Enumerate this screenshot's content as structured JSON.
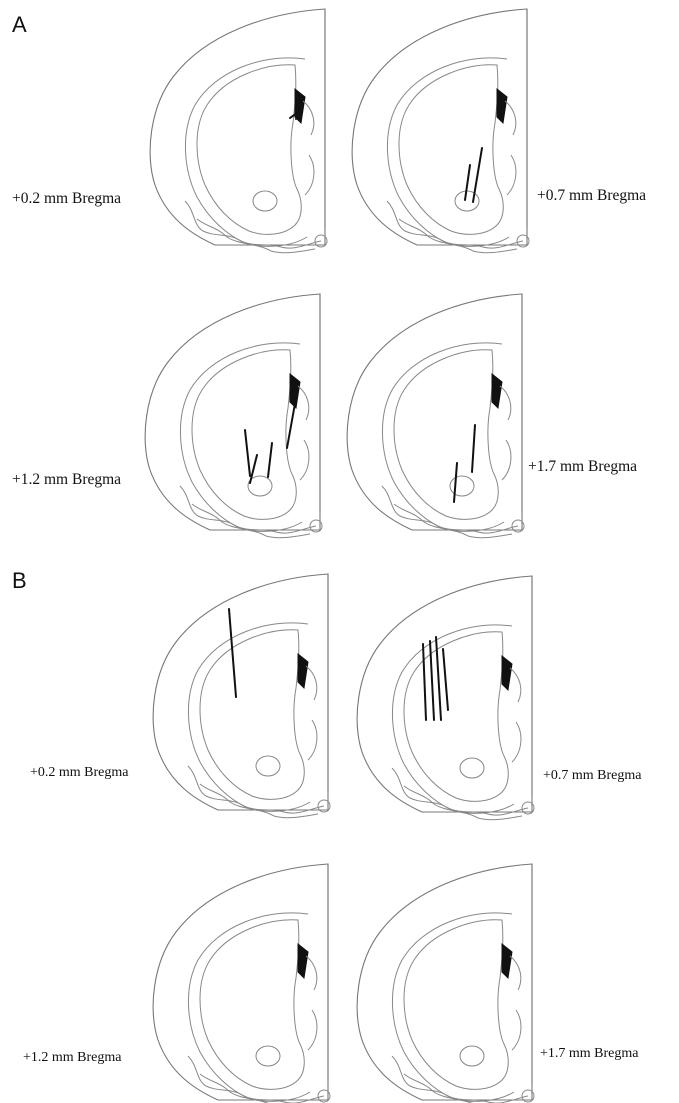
{
  "panels": [
    {
      "letter": "A",
      "sections": [
        {
          "label": "+0.2 mm Bregma",
          "tracks": [
            [
              298,
              112,
              290,
              118
            ],
            [
              302,
              112,
              296,
              119
            ]
          ]
        },
        {
          "label": "+0.7 mm Bregma",
          "tracks": [
            [
              482,
              148,
              473,
              202
            ],
            [
              470,
              165,
              465,
              200
            ]
          ]
        },
        {
          "label": "+1.2 mm Bregma",
          "tracks": [
            [
              245,
              430,
              250,
              476
            ],
            [
              257,
              455,
              250,
              483
            ],
            [
              272,
              443,
              268,
              477
            ],
            [
              296,
              398,
              287,
              448
            ]
          ]
        },
        {
          "label": "+1.7 mm Bregma",
          "tracks": [
            [
              475,
              425,
              472,
              472
            ],
            [
              457,
              463,
              454,
              502
            ]
          ]
        }
      ]
    },
    {
      "letter": "B",
      "sections": [
        {
          "label": "+0.2 mm Bregma",
          "tracks": [
            [
              229,
              609,
              236,
              697
            ]
          ]
        },
        {
          "label": "+0.7 mm Bregma",
          "tracks": [
            [
              423,
              644,
              426,
              720
            ],
            [
              430,
              641,
              434,
              720
            ],
            [
              436,
              637,
              441,
              720
            ],
            [
              443,
              649,
              448,
              710
            ]
          ]
        },
        {
          "label": "+1.2 mm Bregma",
          "tracks": []
        },
        {
          "label": "+1.7 mm Bregma",
          "tracks": []
        }
      ]
    }
  ]
}
